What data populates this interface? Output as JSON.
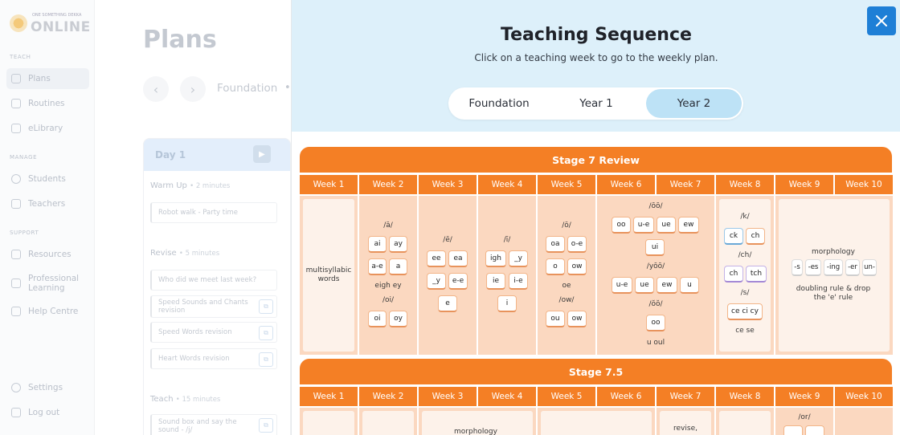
{
  "app": {
    "logo_small": "ONE SOMETHING DEKKA",
    "logo_big": "ONLINE",
    "page_title": "Plans",
    "nav_sections": [
      "TEACH",
      "MANAGE",
      "SUPPORT"
    ],
    "nav": {
      "plans": "Plans",
      "routines": "Routines",
      "elibrary": "eLibrary",
      "students": "Students",
      "teachers": "Teachers",
      "resources": "Resources",
      "professional_learning": "Professional Learning",
      "help_centre": "Help Centre",
      "settings": "Settings",
      "log_out": "Log out"
    },
    "prev_glyph": "‹",
    "next_glyph": "›",
    "foundation_label": "Foundation",
    "separator": "•",
    "day": {
      "title": "Day 1",
      "play_glyph": "▶",
      "warm_up": "Warm Up",
      "warm_up_time": "2 minutes",
      "warm_item": "Robot walk - Party time",
      "revise": "Revise",
      "revise_time": "5 minutes",
      "revise_items": [
        "Who did we meet last week?",
        "Speed Sounds and Chants revision",
        "Speed Words revision",
        "Heart Words revision"
      ],
      "teach": "Teach",
      "teach_time": "15 minutes",
      "teach_item": "Sound box and say the sound - /j/"
    }
  },
  "overlay": {
    "title": "Teaching Sequence",
    "subtitle": "Click on a teaching week to go to the weekly plan.",
    "tabs": [
      "Foundation",
      "Year 1",
      "Year 2"
    ],
    "selected_tab": "Year 2",
    "close_icon": "close-icon",
    "stage7": {
      "title": "Stage 7 Review",
      "weeks": [
        "Week 1",
        "Week 2",
        "Week 3",
        "Week 4",
        "Week 5",
        "Week 6",
        "Week 7",
        "Week 8",
        "Week 9",
        "Week 10"
      ],
      "w1": "multisyllabic words",
      "w2": {
        "h1": "/ā/",
        "c1": [
          "ai",
          "ay",
          "a-e",
          "a"
        ],
        "t1": "eigh ey",
        "h2": "/oi/",
        "c2": [
          "oi",
          "oy"
        ]
      },
      "w3": {
        "h1": "/ē/",
        "c1": [
          "ee",
          "ea",
          "_y",
          "e-e",
          "e"
        ]
      },
      "w4": {
        "h1": "/ī/",
        "c1": [
          "igh",
          "_y",
          "ie",
          "i-e",
          "i"
        ]
      },
      "w5": {
        "h1": "/ō/",
        "c1": [
          "oa",
          "o-e",
          "o",
          "ow"
        ],
        "t1": "oe",
        "h2": "/ow/",
        "c2": [
          "ou",
          "ow"
        ]
      },
      "w67": {
        "h1": "/ōō/",
        "c1": [
          "oo",
          "u-e",
          "ue",
          "ew",
          "ui"
        ],
        "h2": "/yōō/",
        "c2": [
          "u-e",
          "ue",
          "ew",
          "u"
        ],
        "h3": "/ŏŏ/",
        "c3": [
          "oo"
        ],
        "t3": "u oul"
      },
      "w8": {
        "h1": "/k/",
        "c1": [
          "ck",
          "ch"
        ],
        "h2": "/ch/",
        "c2": [
          "ch",
          "tch"
        ],
        "h3": "/s/",
        "c3": [
          "ce ci cy"
        ],
        "t3": "ce se"
      },
      "w910": {
        "t1": "morphology",
        "c1": [
          "-s",
          "-es",
          "-ing",
          "-er",
          "un-"
        ],
        "t2": "doubling rule & drop the 'e' rule"
      }
    },
    "stage75": {
      "title": "Stage 7.5",
      "weeks": [
        "Week 1",
        "Week 2",
        "Week 3",
        "Week 4",
        "Week 5",
        "Week 6",
        "Week 7",
        "Week 8",
        "Week 9",
        "Week 10"
      ],
      "w34": "morphology",
      "w7": "revise,",
      "w9": "/or/"
    }
  },
  "colors": {
    "orange": "#f47f25",
    "peach": "#fbd8c0",
    "light_blue": "#ddf0fa",
    "selected_tab": "#bde2f6",
    "close_blue": "#1e7fd6"
  }
}
